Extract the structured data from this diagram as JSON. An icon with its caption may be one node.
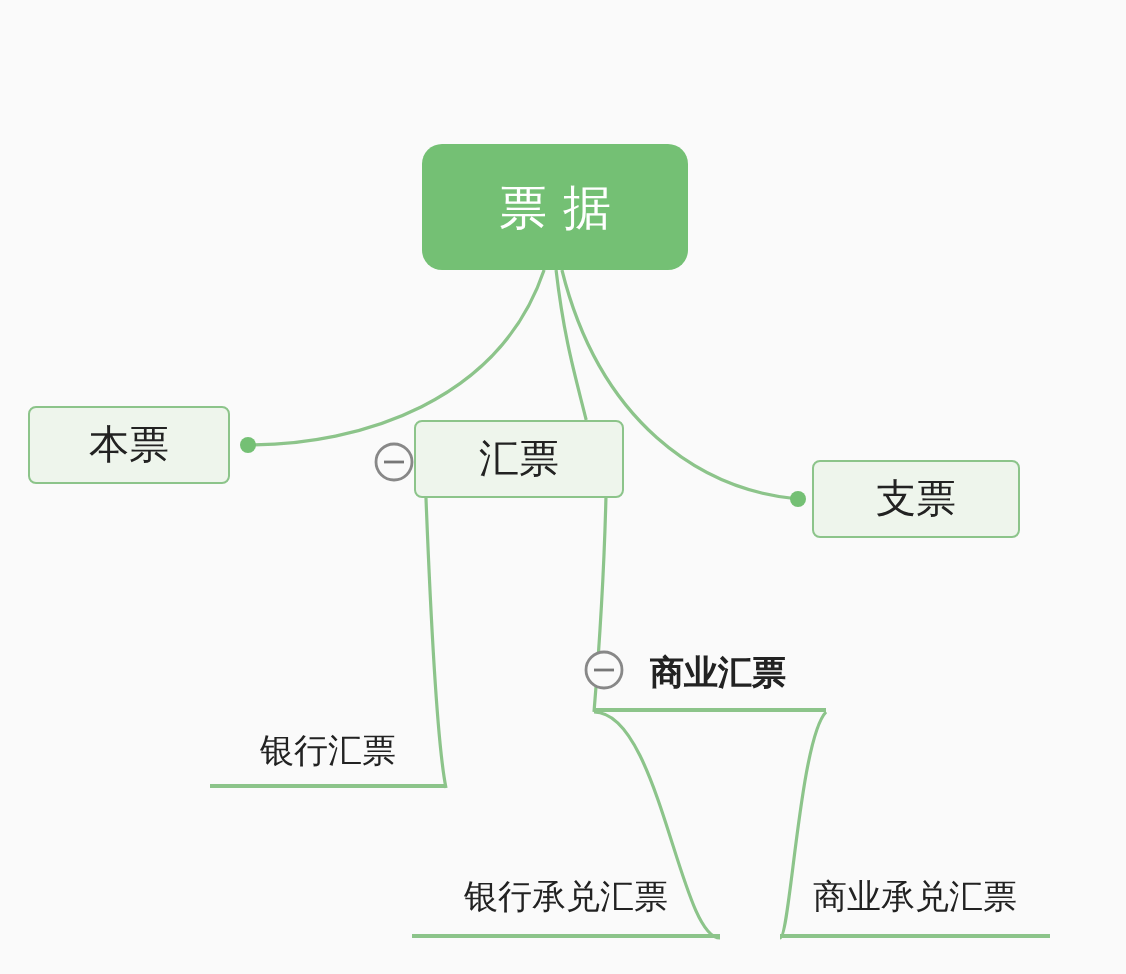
{
  "diagram": {
    "nodes": [
      {
        "text": [
          "票 据"
        ]
      },
      {
        "text": [
          "本票"
        ]
      },
      {
        "text": [
          "汇票"
        ]
      },
      {
        "text": [
          "支票"
        ]
      },
      {
        "text": [
          "商业汇票"
        ]
      },
      {
        "text": [
          "银行汇票"
        ]
      },
      {
        "text": [
          "银行承兑汇票"
        ]
      },
      {
        "text": [
          "商业承兑汇票"
        ]
      }
    ],
    "edges": [
      {
        "from": 0,
        "to": 1,
        "arrow": "other"
      },
      {
        "from": 0,
        "to": 2,
        "arrow": "none"
      },
      {
        "from": 0,
        "to": 3,
        "arrow": "other"
      },
      {
        "from": 2,
        "to": 5,
        "arrow": "none"
      },
      {
        "from": 2,
        "to": 4,
        "arrow": "none"
      },
      {
        "from": 4,
        "to": 6,
        "arrow": "none"
      },
      {
        "from": 4,
        "to": 7,
        "arrow": "none"
      }
    ]
  }
}
